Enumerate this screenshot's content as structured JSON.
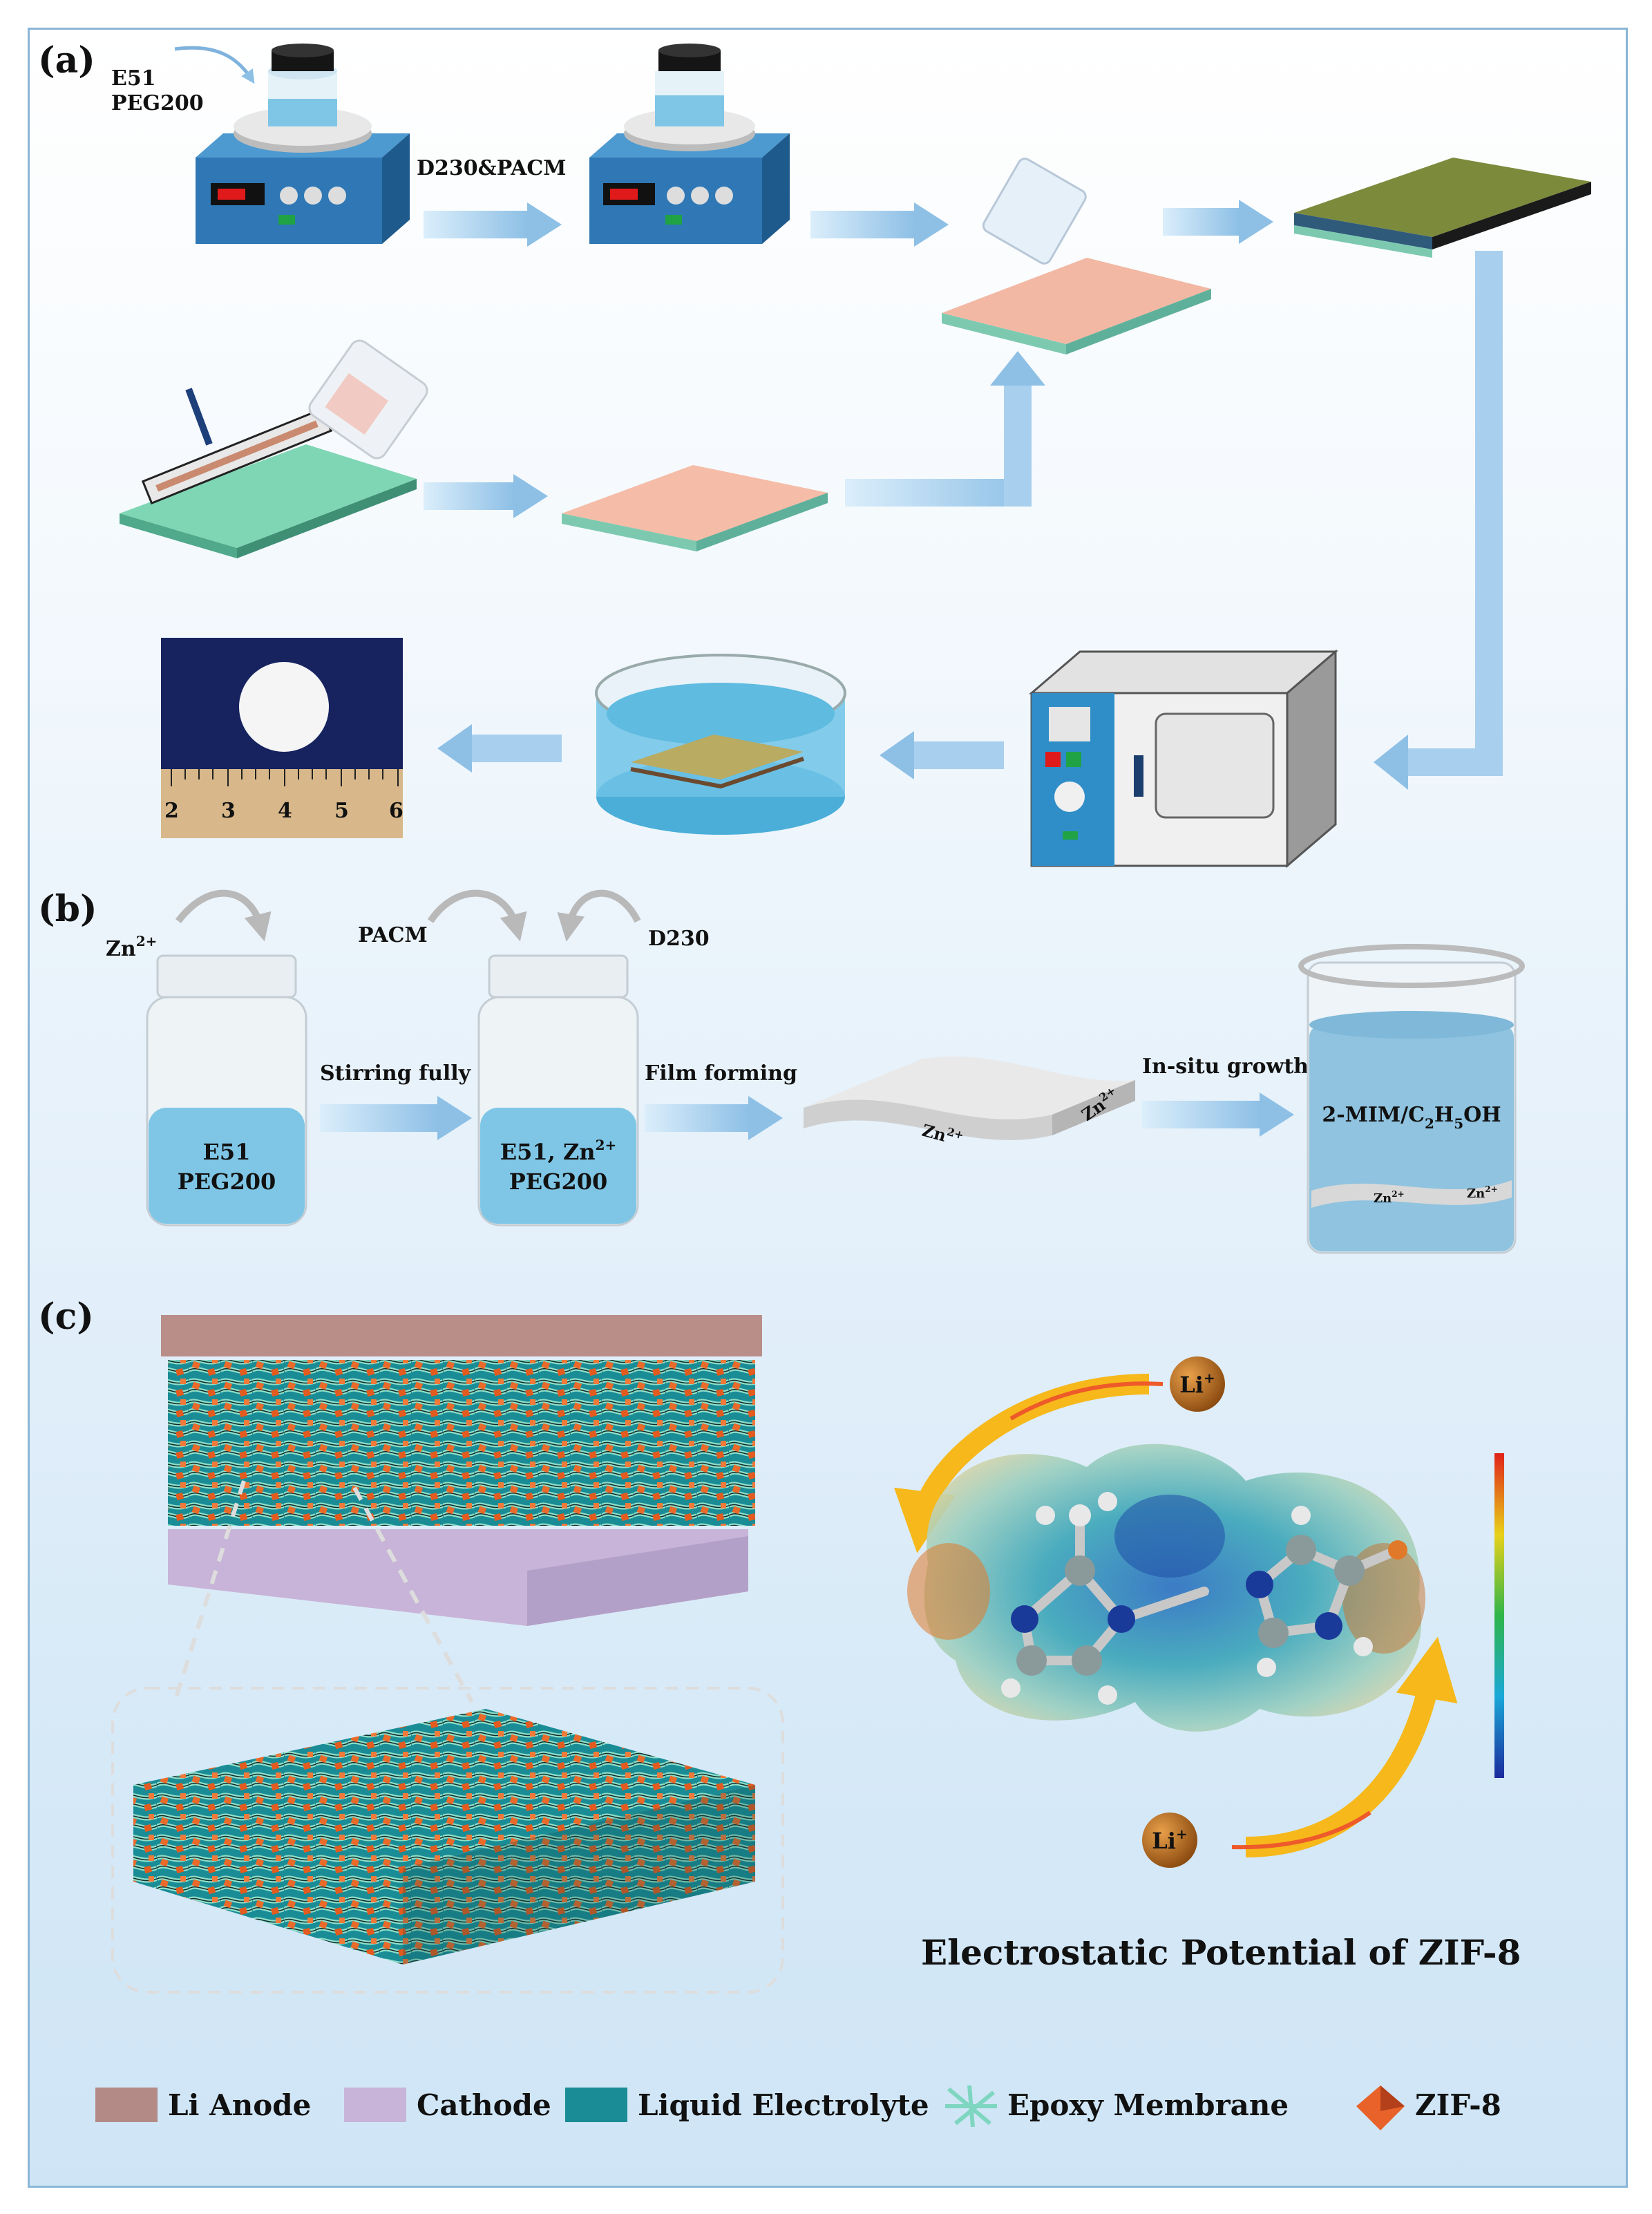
{
  "panel_a": {
    "label": "(a)",
    "reagent_1": "E51",
    "reagent_2": "PEG200",
    "hardener": "D230&PACM",
    "ruler_ticks": [
      "2",
      "3",
      "4",
      "5",
      "6"
    ]
  },
  "panel_b": {
    "label": "(b)",
    "zn_ion": "Zn",
    "zn_charge": "2+",
    "pacm": "PACM",
    "d230": "D230",
    "bottle1_line1": "E51",
    "bottle1_line2": "PEG200",
    "step1": "Stirring fully",
    "bottle2_line1": "E51, Zn",
    "bottle2_charge": "2+",
    "bottle2_line2": "PEG200",
    "step2": "Film forming",
    "step3": "In-situ growth",
    "solution_a": "2-MIM/C",
    "solution_sub1": "2",
    "solution_b": "H",
    "solution_sub2": "5",
    "solution_c": "OH"
  },
  "panel_c": {
    "label": "(c)",
    "li_ion": "Li",
    "li_charge": "+",
    "esp_title": "Electrostatic  Potential  of ZIF-8"
  },
  "legend": [
    {
      "label": "Li Anode",
      "color": "#b38a85"
    },
    {
      "label": "Cathode",
      "color": "#c8b4d8"
    },
    {
      "label": "Liquid Electrolyte",
      "color": "#1a8c96"
    },
    {
      "label": "Epoxy Membrane",
      "color": "#7fd6c0"
    },
    {
      "label": "ZIF-8",
      "color": "#e8622a"
    }
  ]
}
